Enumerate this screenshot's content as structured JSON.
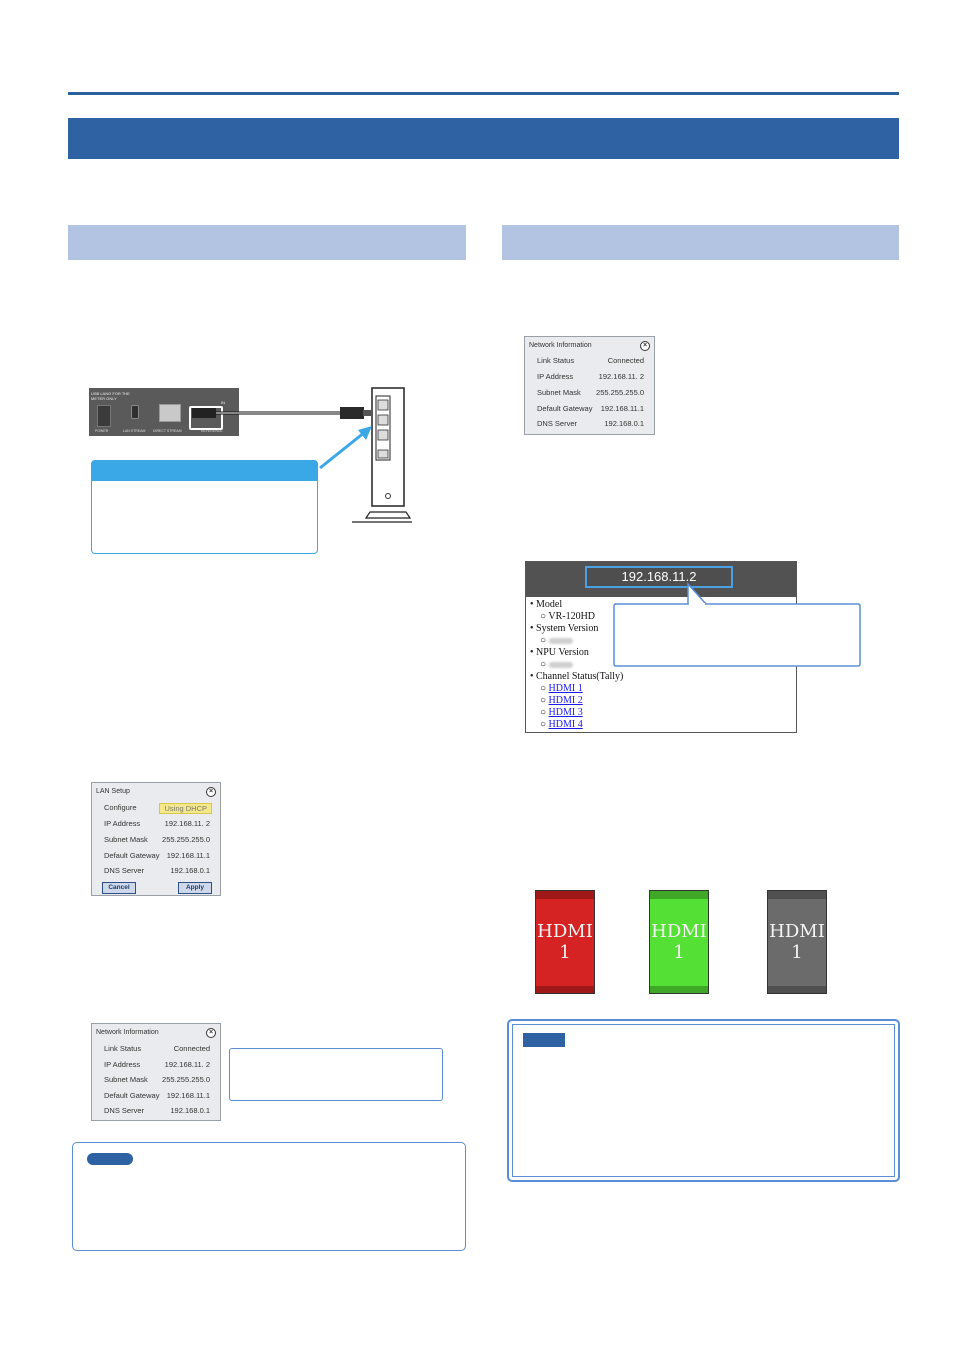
{
  "lan_setup": {
    "title": "LAN Setup",
    "rows": [
      {
        "label": "Configure",
        "value": "Using DHCP"
      },
      {
        "label": "IP Address",
        "value": "192.168.11. 2"
      },
      {
        "label": "Subnet Mask",
        "value": "255.255.255.0"
      },
      {
        "label": "Default Gateway",
        "value": "192.168.11.1"
      },
      {
        "label": "DNS Server",
        "value": "192.168.0.1"
      }
    ],
    "cancel_label": "Cancel",
    "apply_label": "Apply"
  },
  "network_info_left": {
    "title": "Network Information",
    "rows": [
      {
        "label": "Link Status",
        "value": "Connected"
      },
      {
        "label": "IP Address",
        "value": "192.168.11. 2"
      },
      {
        "label": "Subnet Mask",
        "value": "255.255.255.0"
      },
      {
        "label": "Default Gateway",
        "value": "192.168.11.1"
      },
      {
        "label": "DNS Server",
        "value": "192.168.0.1"
      }
    ]
  },
  "network_info_right": {
    "title": "Network Information",
    "rows": [
      {
        "label": "Link Status",
        "value": "Connected"
      },
      {
        "label": "IP Address",
        "value": "192.168.11. 2"
      },
      {
        "label": "Subnet Mask",
        "value": "255.255.255.0"
      },
      {
        "label": "Default Gateway",
        "value": "192.168.11.1"
      },
      {
        "label": "DNS Server",
        "value": "192.168.0.1"
      }
    ]
  },
  "device_panel": {
    "top_text": "USB LANG FOR THE\nMETER ONLY",
    "labels": [
      "POWER",
      "LAN STREAM",
      "DIRECT STREAM",
      "REFERENCE"
    ],
    "in_label": "IN"
  },
  "web_page": {
    "ip": "192.168.11.2",
    "model_label": "Model",
    "model_value": "VR-120HD",
    "system_version_label": "System Version",
    "npu_version_label": "NPU Version",
    "channel_status_label": "Channel Status(Tally)",
    "links": [
      "HDMI 1",
      "HDMI 2",
      "HDMI 3",
      "HDMI 4"
    ]
  },
  "tally_phones": [
    {
      "label": "HDMI\n1",
      "color": "#d52222"
    },
    {
      "label": "HDMI\n1",
      "color": "#55e035"
    },
    {
      "label": "HDMI\n1",
      "color": "#6b6b6b"
    }
  ],
  "colors": {
    "header_blue": "#2f62a2",
    "section_bar": "#b3c4e3",
    "callout_blue": "#5a8fd6",
    "arrow_blue": "#3aa7e6"
  }
}
